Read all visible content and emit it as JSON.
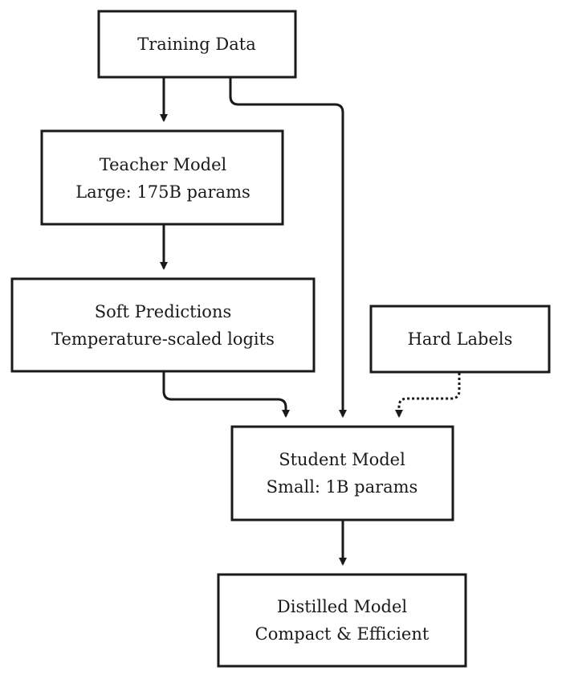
{
  "diagram": {
    "nodes": {
      "training_data": {
        "line1": "Training Data"
      },
      "teacher_model": {
        "line1": "Teacher Model",
        "line2": "Large: 175B params"
      },
      "soft_predictions": {
        "line1": "Soft Predictions",
        "line2": "Temperature-scaled logits"
      },
      "hard_labels": {
        "line1": "Hard Labels"
      },
      "student_model": {
        "line1": "Student Model",
        "line2": "Small: 1B params"
      },
      "distilled_model": {
        "line1": "Distilled Model",
        "line2": "Compact & Efficient"
      }
    },
    "edges": [
      {
        "from": "training_data",
        "to": "teacher_model",
        "style": "solid"
      },
      {
        "from": "training_data",
        "to": "student_model",
        "style": "solid"
      },
      {
        "from": "teacher_model",
        "to": "soft_predictions",
        "style": "solid"
      },
      {
        "from": "soft_predictions",
        "to": "student_model",
        "style": "solid"
      },
      {
        "from": "hard_labels",
        "to": "student_model",
        "style": "dotted"
      },
      {
        "from": "student_model",
        "to": "distilled_model",
        "style": "solid"
      }
    ],
    "colors": {
      "stroke": "#1a1a1a",
      "node_fill": "#ffffff",
      "text": "#1a1a1a",
      "background": "#ffffff"
    }
  }
}
